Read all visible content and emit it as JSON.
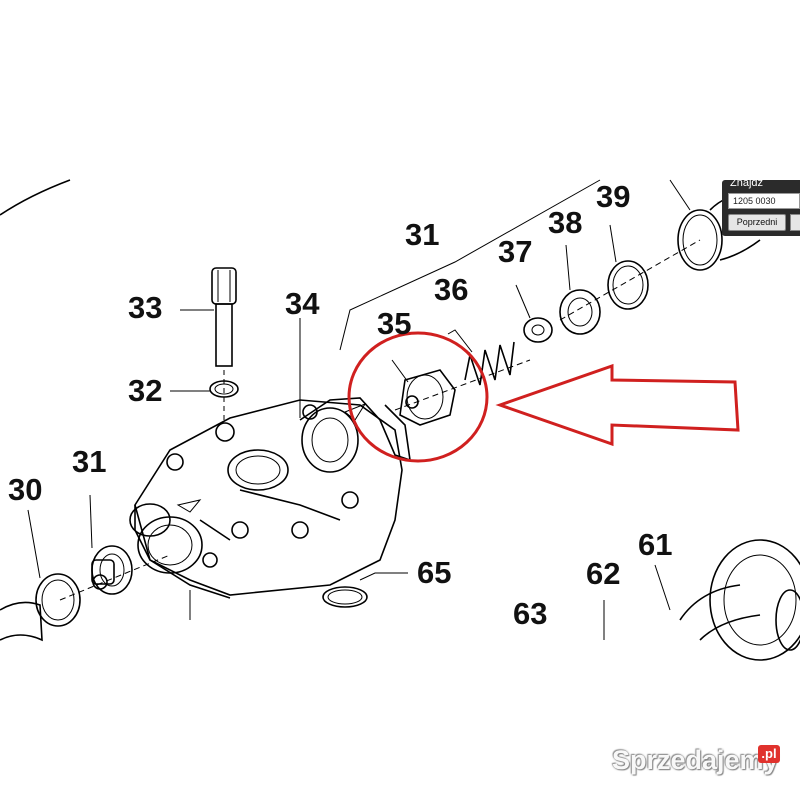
{
  "diagram": {
    "part_labels": {
      "p30": "30",
      "p31_left": "31",
      "p31_top": "31",
      "p32": "32",
      "p33": "33",
      "p34": "34",
      "p35": "35",
      "p36": "36",
      "p37": "37",
      "p38": "38",
      "p39": "39",
      "p61": "61",
      "p62": "62",
      "p63": "63",
      "p65": "65"
    },
    "highlight_color": "#d0201f"
  },
  "find_panel": {
    "title": "Znajdź",
    "search_value": "1205 0030",
    "previous_label": "Poprzedni"
  },
  "watermark": {
    "text": "Sprzedajemy",
    "suffix": ".pl"
  }
}
